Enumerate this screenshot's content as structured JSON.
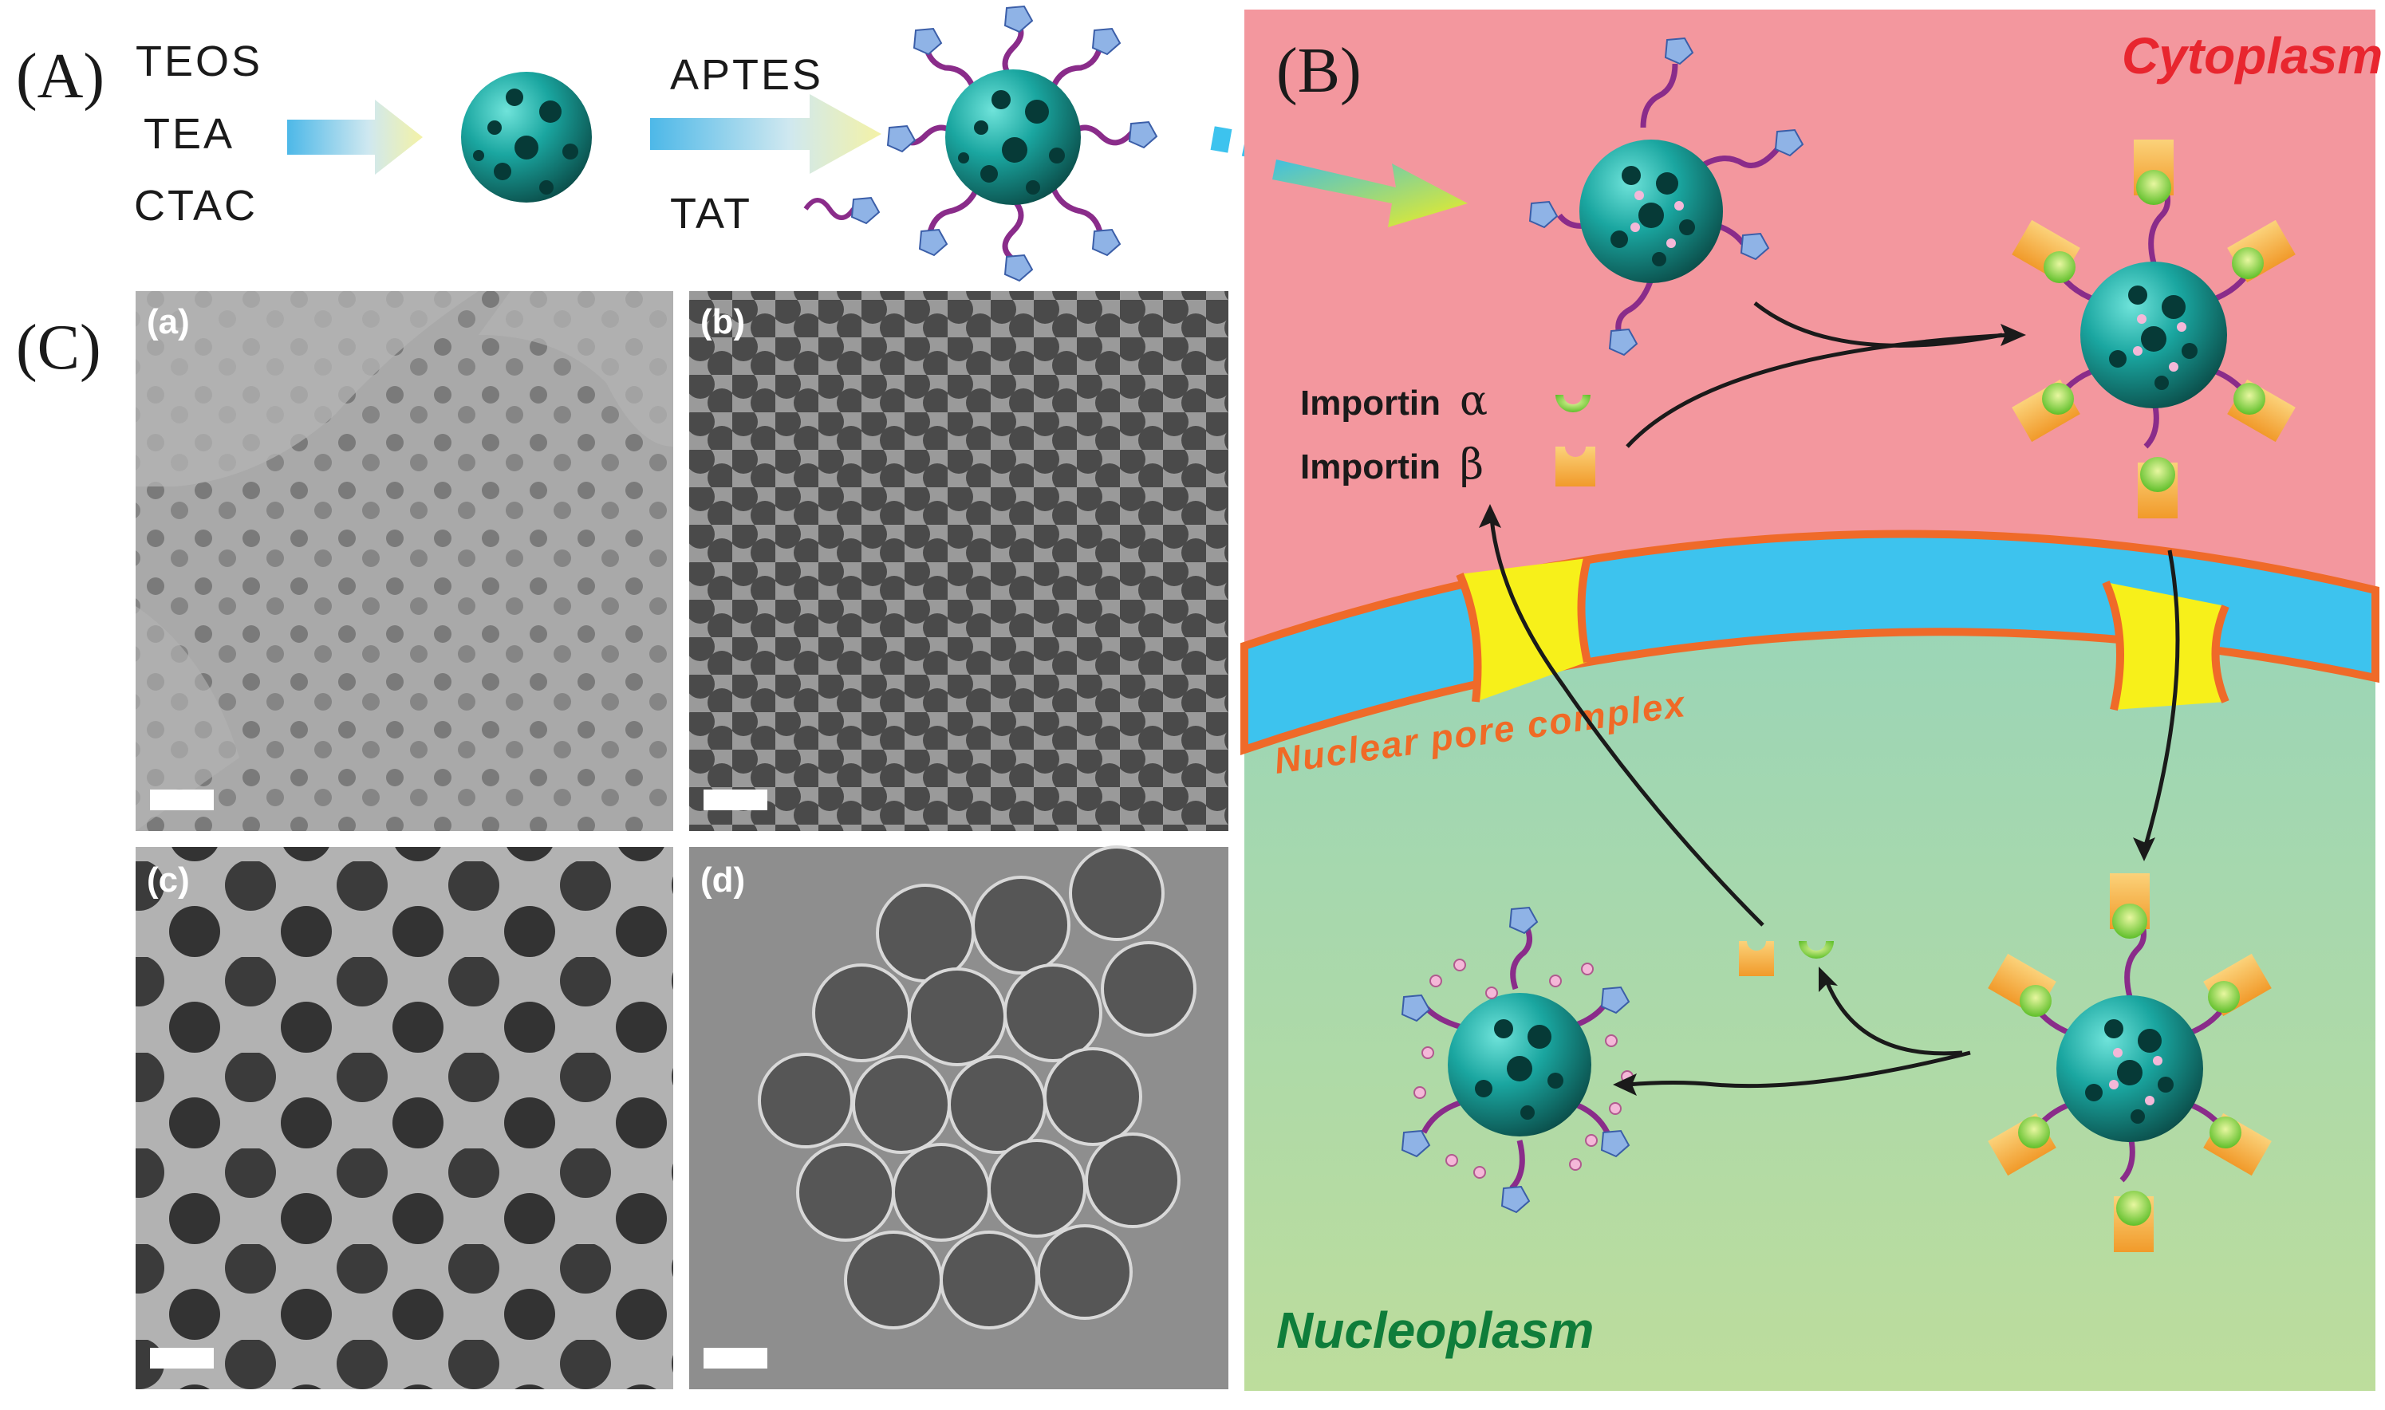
{
  "panels": {
    "a_label": "(A)",
    "b_label": "(B)",
    "c_label": "(C)"
  },
  "synthesis": {
    "reagents_1": [
      "TEOS",
      "TEA",
      "CTAC"
    ],
    "reagent_aptes": "APTES",
    "reagent_tat": "TAT"
  },
  "tem": {
    "labels": [
      "(a)",
      "(b)",
      "(c)",
      "(d)"
    ]
  },
  "scheme": {
    "cytoplasm": "Cytoplasm",
    "nucleoplasm": "Nucleoplasm",
    "pore": "Nuclear pore complex",
    "importin_word": "Importin",
    "alpha": "α",
    "beta": "β"
  },
  "colors": {
    "cytoplasm": "#f3979e",
    "nucleus_top": "#7fcfcc",
    "nucleus_bottom": "#b7dc9e",
    "envelope_blue": "#3dc3ee",
    "envelope_orange": "#ef6a29",
    "pore_yellow": "#f7f01a",
    "particle": "#1aa6a0",
    "tat": "#8a2c8a",
    "tat_tip": "#8fb3e6"
  }
}
